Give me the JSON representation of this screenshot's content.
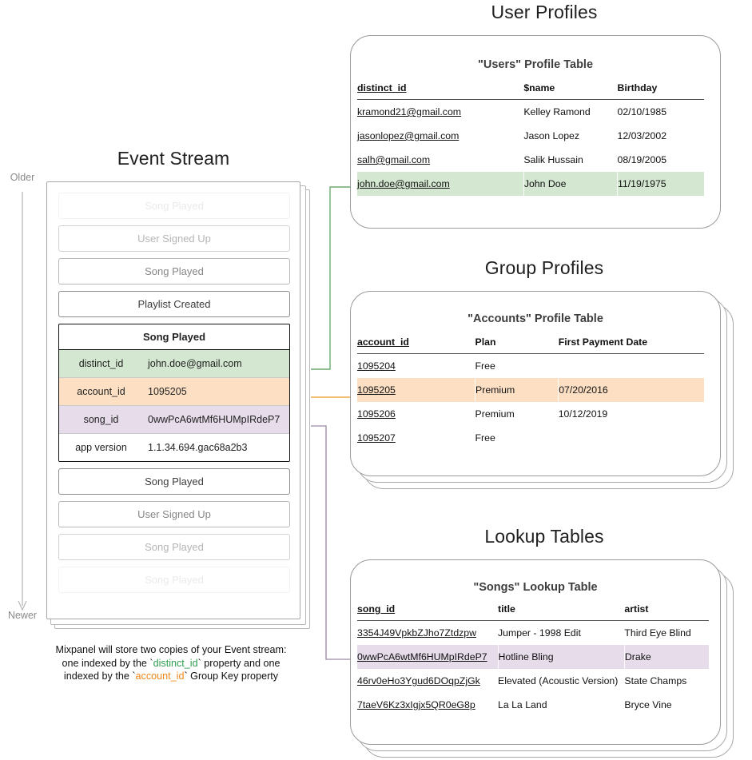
{
  "sections": {
    "event_stream_title": "Event Stream",
    "user_profiles_title": "User Profiles",
    "group_profiles_title": "Group Profiles",
    "lookup_tables_title": "Lookup Tables"
  },
  "timeline": {
    "older_label": "Older",
    "newer_label": "Newer"
  },
  "event_stream": {
    "events_above": [
      {
        "label": "Song Played",
        "fade": "f-05"
      },
      {
        "label": "User Signed Up",
        "fade": "f-30"
      },
      {
        "label": "Song Played",
        "fade": "f-60"
      },
      {
        "label": "Playlist Created",
        "fade": "f-100"
      }
    ],
    "expanded_event": {
      "name": "Song Played",
      "properties": [
        {
          "key": "distinct_id",
          "value": "john.doe@gmail.com",
          "highlight": "green"
        },
        {
          "key": "account_id",
          "value": "1095205",
          "highlight": "orange"
        },
        {
          "key": "song_id",
          "value": "0wwPcA6wtMf6HUMpIRdeP7",
          "highlight": "purple"
        },
        {
          "key": "app version",
          "value": "1.1.34.694.gac68a2b3",
          "highlight": "none"
        }
      ]
    },
    "events_below": [
      {
        "label": "Song Played",
        "fade": "f-100"
      },
      {
        "label": "User Signed Up",
        "fade": "f-60"
      },
      {
        "label": "Song Played",
        "fade": "f-30"
      },
      {
        "label": "Song Played",
        "fade": "f-05"
      }
    ],
    "caption": {
      "line1": "Mixpanel will store two copies of your Event stream:",
      "line2_a": "one indexed by the `",
      "line2_key": "distinct_id",
      "line2_b": "` property and one",
      "line3_a": "indexed by the `",
      "line3_key": "account_id",
      "line3_b": "` Group Key property"
    }
  },
  "users_table": {
    "title": "\"Users\" Profile Table",
    "columns": [
      "distinct_id",
      "$name",
      "Birthday"
    ],
    "rows": [
      {
        "cells": [
          "kramond21@gmail.com",
          "Kelley Ramond",
          "02/10/1985"
        ],
        "highlight": "none"
      },
      {
        "cells": [
          "jasonlopez@gmail.com",
          "Jason Lopez",
          "12/03/2002"
        ],
        "highlight": "none"
      },
      {
        "cells": [
          "salh@gmail.com",
          "Salik Hussain",
          "08/19/2005"
        ],
        "highlight": "none"
      },
      {
        "cells": [
          "john.doe@gmail.com",
          "John Doe",
          "11/19/1975"
        ],
        "highlight": "green"
      }
    ]
  },
  "accounts_table": {
    "title": "\"Accounts\" Profile Table",
    "columns": [
      "account_id",
      "Plan",
      "First Payment Date"
    ],
    "rows": [
      {
        "cells": [
          "1095204",
          "Free",
          ""
        ],
        "highlight": "none"
      },
      {
        "cells": [
          "1095205",
          "Premium",
          "07/20/2016"
        ],
        "highlight": "orange"
      },
      {
        "cells": [
          "1095206",
          "Premium",
          "10/12/2019"
        ],
        "highlight": "none"
      },
      {
        "cells": [
          "1095207",
          "Free",
          ""
        ],
        "highlight": "none"
      }
    ]
  },
  "songs_table": {
    "title": "\"Songs\" Lookup Table",
    "columns": [
      "song_id",
      "title",
      "artist"
    ],
    "rows": [
      {
        "cells": [
          "3354J49VpkbZJho7Ztdzpw",
          "Jumper - 1998 Edit",
          "Third Eye Blind"
        ],
        "highlight": "none"
      },
      {
        "cells": [
          "0wwPcA6wtMf6HUMpIRdeP7",
          "Hotline Bling",
          "Drake"
        ],
        "highlight": "purple"
      },
      {
        "cells": [
          "46rv0eHo3Ygud6DOqpZjGk",
          "Elevated (Acoustic Version)",
          "State Champs"
        ],
        "highlight": "none"
      },
      {
        "cells": [
          "7taeV6Kz3xIgjx5QR0eG8p",
          "La La Land",
          "Bryce Vine"
        ],
        "highlight": "none"
      }
    ]
  },
  "colors": {
    "green": "#d4e8d1",
    "green_line": "#6cab6e",
    "orange": "#fde0c4",
    "orange_line": "#eea843",
    "purple": "#e6dcea",
    "purple_line": "#9a89a2",
    "card_border": "#9b9b9b",
    "text_green": "#2e9e4f",
    "text_orange": "#f0871a"
  }
}
